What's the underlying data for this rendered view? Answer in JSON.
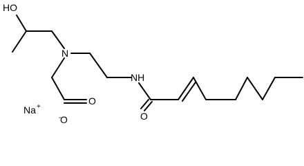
{
  "labels": {
    "hydroxyl": "HO",
    "amine_n": "N",
    "amide_nh": "NH",
    "carboxyl_o": "O",
    "carboxylate_o": "O",
    "carboxylate_charge": "-",
    "amide_o": "O",
    "sodium": "Na",
    "sodium_charge": "+"
  }
}
